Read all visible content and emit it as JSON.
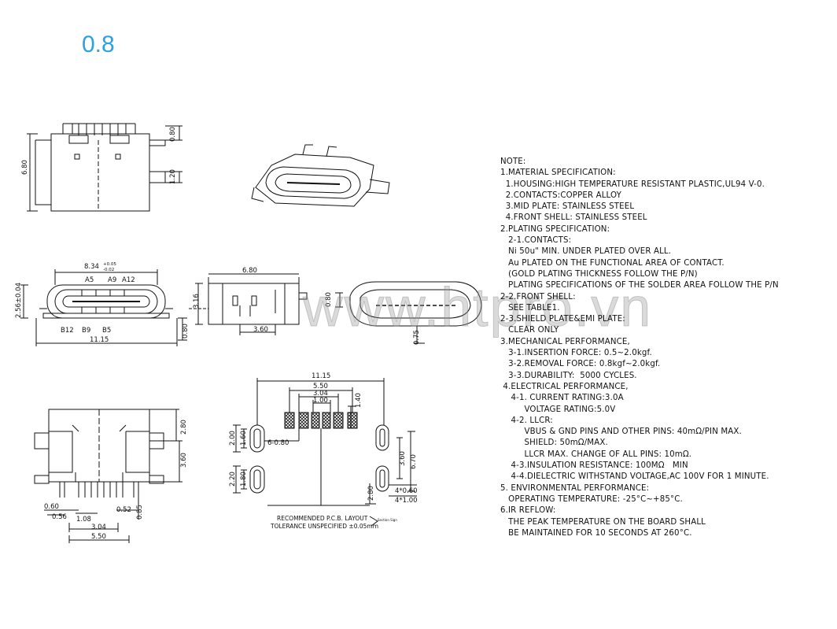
{
  "header": {
    "label": "0.8"
  },
  "watermark": {
    "text": "www.htpro.vn"
  },
  "side_view": {
    "dim_height": "6.80",
    "dim_top": "0.80",
    "dim_lead": "1.20"
  },
  "front_view": {
    "dim_width": "8.34",
    "dim_tol_plus": "+0.05",
    "dim_tol_minus": "-0.02",
    "dim_height": "2.56±0.04",
    "dim_overall": "11.15",
    "dim_bottom": "0.80",
    "pins_top": [
      "A5",
      "A9",
      "A12"
    ],
    "pins_bottom": [
      "B12",
      "B9",
      "B5"
    ]
  },
  "end_view": {
    "dim_width": "6.80",
    "dim_height": "3.16",
    "dim_bottom": "3.60"
  },
  "rear_view": {
    "dim_offset": "0.80",
    "dim_bottom": "0.75"
  },
  "top_view": {
    "dim_right_top": "2.80",
    "dim_right_mid": "3.60",
    "dim_left_a": "0.60",
    "dim_left_b": "0.56",
    "dim_mid_a": "1.08",
    "dim_right_a": "0.52",
    "dim_right_b": "0.85",
    "dim_pitch_a": "3.04",
    "dim_pitch_b": "5.50"
  },
  "pcb_layout": {
    "dim_overall": "11.15",
    "dim_5_50": "5.50",
    "dim_3_04": "3.04",
    "dim_1_00": "1.00",
    "dim_pad_h": "1.40",
    "dim_left_2_00": "2.00",
    "dim_left_1_60": "1.60",
    "dim_left_2_20": "2.20",
    "dim_left_1_80": "1.80",
    "dim_slot": "6-0.80",
    "dim_r_3_60": "3.60",
    "dim_r_6_70": "6.70",
    "dim_2_80": "2.80",
    "dim_4x060": "4*0.60",
    "dim_4x100": "4*1.00",
    "caption_1": "RECOMMENDED  P.C.B. LAYOUT",
    "caption_2": "TOLERANCE UNSPECIFIED ±0.05mm",
    "section_tag": "Section Sign"
  },
  "notes": {
    "lines": [
      "NOTE:",
      "1.MATERIAL SPECIFICATION:",
      "  1.HOUSING:HIGH TEMPERATURE RESISTANT PLASTIC,UL94 V-0.",
      "  2.CONTACTS:COPPER ALLOY",
      "  3.MID PLATE: STAINLESS STEEL",
      "  4.FRONT SHELL: STAINLESS STEEL",
      "2.PLATING SPECIFICATION:",
      "   2-1.CONTACTS:",
      "   Ni 50u\" MIN. UNDER PLATED OVER ALL.",
      "   Au PLATED ON THE FUNCTIONAL AREA OF CONTACT.",
      "   (GOLD PLATING THICKNESS FOLLOW THE P/N)",
      "   PLATING SPECIFICATIONS OF THE SOLDER AREA FOLLOW THE P/N",
      "2-2.FRONT SHELL:",
      "   SEE TABLE1.",
      "2-3.SHIELD PLATE&EMI PLATE:",
      "   CLEAR ONLY",
      "3.MECHANICAL PERFORMANCE,",
      "   3-1.INSERTION FORCE: 0.5~2.0kgf.",
      "   3-2.REMOVAL FORCE: 0.8kgf~2.0kgf.",
      "   3-3.DURABILITY:  5000 CYCLES.",
      " 4.ELECTRICAL PERFORMANCE,",
      "    4-1. CURRENT RATING:3.0A",
      "         VOLTAGE RATING:5.0V",
      "    4-2. LLCR:",
      "         VBUS & GND PINS AND OTHER PINS: 40mΩ/PIN MAX.",
      "         SHIELD: 50mΩ/MAX.",
      "         LLCR MAX. CHANGE OF ALL PINS: 10mΩ.",
      "    4-3.INSULATION RESISTANCE: 100MΩ   MIN",
      "    4-4.DIELECTRIC WITHSTAND VOLTAGE,AC 100V FOR 1 MINUTE.",
      "5. ENVIRONMENTAL PERFORMANCE:",
      "   OPERATING TEMPERATURE: -25°C~+85°C.",
      "6.IR REFLOW:",
      "   THE PEAK TEMPERATURE ON THE BOARD SHALL",
      "   BE MAINTAINED FOR 10 SECONDS AT 260°C."
    ]
  }
}
